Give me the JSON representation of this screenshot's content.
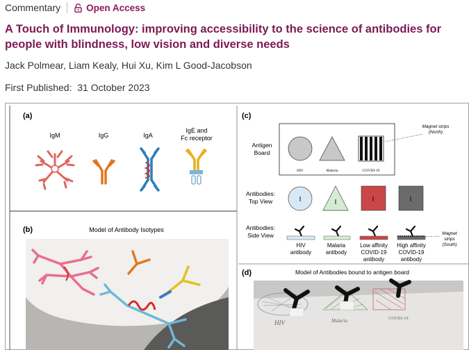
{
  "header": {
    "category": "Commentary",
    "access_label": "Open Access",
    "lock_icon": "lock-icon",
    "accent_color": "#8a1b5c"
  },
  "article": {
    "title": "A Touch of Immunology: improving accessibility to the science of antibodies for people with blindness, low vision and diverse needs",
    "authors": [
      "Jack Polmear",
      "Liam Kealy",
      "Hui Xu",
      "Kim L Good-Jacobson"
    ],
    "published_label": "First Published:",
    "published_date": "31 October 2023"
  },
  "figure": {
    "panel_a": {
      "label": "(a)",
      "isotypes": [
        "IgM",
        "IgG",
        "IgA"
      ],
      "receptor_line1": "IgE and",
      "receptor_line2": "Fc receptor"
    },
    "panel_b": {
      "label": "(b)",
      "caption": "Model of Antibody Isotypes"
    },
    "panel_c": {
      "label": "(c)",
      "board_label_line1": "Antigen",
      "board_label_line2": "Board",
      "magnet_north_line1": "Magnet strips",
      "magnet_north_line2": "(North)",
      "antigens": [
        "HIV",
        "Malaria",
        "COVID-19"
      ],
      "top_view_line1": "Antibodies:",
      "top_view_line2": "Top View",
      "side_view_line1": "Antibodies:",
      "side_view_line2": "Side View",
      "magnet_south_line1": "Magnet",
      "magnet_south_line2": "strips",
      "magnet_south_line3": "(South)",
      "antibody_mark": "I",
      "antibody_hiv_line1": "HIV",
      "antibody_hiv_line2": "antibody",
      "antibody_malaria_line1": "Malaria",
      "antibody_malaria_line2": "antibody",
      "antibody_low_line1": "Low affinity",
      "antibody_low_line2": "COVID-19",
      "antibody_low_line3": "antibody",
      "antibody_high_line1": "High affinity",
      "antibody_high_line2": "COVID-19",
      "antibody_high_line3": "antibody"
    },
    "panel_d": {
      "label": "(d)",
      "caption": "Model of Antibodies bound to antigen board",
      "handwritten_1": "HIV",
      "handwritten_2": "Malaria",
      "handwritten_3": "COVID-19"
    }
  }
}
